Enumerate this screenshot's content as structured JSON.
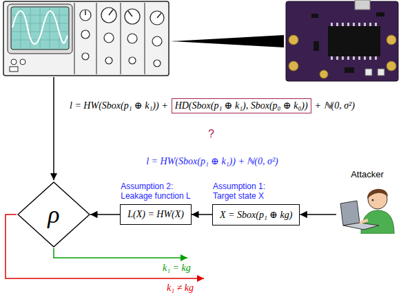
{
  "diagram": {
    "nodes": [
      {
        "text": [
          "ρ"
        ]
      },
      {
        "text": [
          "Assumption 2: Leakage function L",
          "L(X) = HW(X)"
        ]
      },
      {
        "text": [
          "Assumption 1: Target state X",
          "X = Sbox(p₁ ⊕ kg)"
        ]
      },
      {
        "text": [
          "Attacker"
        ]
      }
    ],
    "edges": [
      {
        "from": 3,
        "to": 2,
        "arrow": "to"
      },
      {
        "from": 2,
        "to": 1,
        "arrow": "to"
      },
      {
        "from": 1,
        "to": 0,
        "arrow": "to"
      }
    ],
    "labels": [
      "l = HW(Sbox(p₁ ⊕ k₁)) +",
      "HD(Sbox(p₁ ⊕ k₁), Sbox(p₀ ⊕ k₀))",
      "+ ℕ(0, σ²)",
      "?",
      "l = HW(Sbox(p₁ ⊕ k₁)) + ℕ(0, σ²)",
      "k₁ = kg",
      "k₁ ≠ kg"
    ]
  }
}
